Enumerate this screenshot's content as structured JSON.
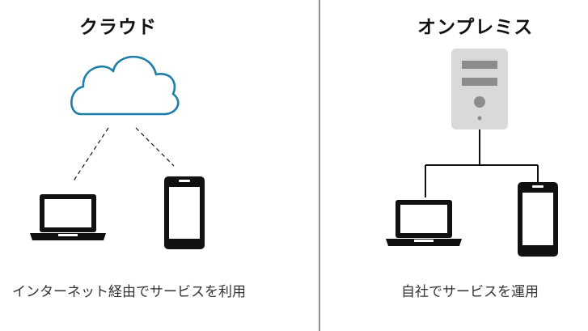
{
  "cloud": {
    "title": "クラウド",
    "caption": "インターネット経由でサービスを利用",
    "icons": [
      "cloud-icon",
      "laptop-icon",
      "smartphone-icon"
    ]
  },
  "onprem": {
    "title": "オンプレミス",
    "caption": "自社でサービスを運用",
    "icons": [
      "server-icon",
      "laptop-icon",
      "smartphone-icon"
    ]
  },
  "colors": {
    "cloud_stroke": "#1f7ea8",
    "server_body": "#d9d9d9",
    "server_detail": "#8c8c8c",
    "device": "#111111",
    "divider": "#555555"
  }
}
